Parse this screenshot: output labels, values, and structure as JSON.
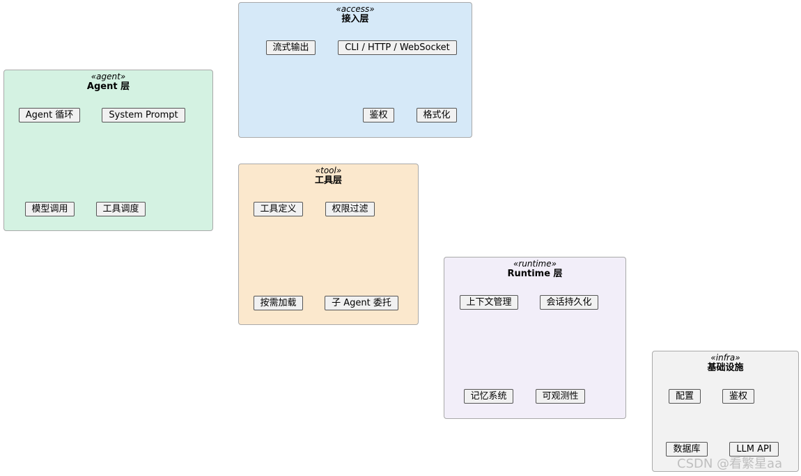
{
  "colors": {
    "access": "#d6e9f8",
    "agent": "#d4f2e2",
    "tool": "#fbe8cd",
    "runtime": "#f2eef9",
    "infra": "#f2f2f2"
  },
  "packages": {
    "access": {
      "stereotype": "«access»",
      "title": "接入层",
      "components": [
        "流式输出",
        "CLI / HTTP / WebSocket",
        "鉴权",
        "格式化"
      ]
    },
    "agent": {
      "stereotype": "«agent»",
      "title": "Agent 层",
      "components": [
        "Agent 循环",
        "System Prompt",
        "模型调用",
        "工具调度"
      ]
    },
    "tool": {
      "stereotype": "«tool»",
      "title": "工具层",
      "components": [
        "工具定义",
        "权限过滤",
        "按需加载",
        "子 Agent 委托"
      ]
    },
    "runtime": {
      "stereotype": "«runtime»",
      "title": "Runtime 层",
      "components": [
        "上下文管理",
        "会话持久化",
        "记忆系统",
        "可观测性"
      ]
    },
    "infra": {
      "stereotype": "«infra»",
      "title": "基础设施",
      "components": [
        "配置",
        "鉴权",
        "数据库",
        "LLM API"
      ]
    }
  },
  "watermark": "CSDN @看繁星aa"
}
